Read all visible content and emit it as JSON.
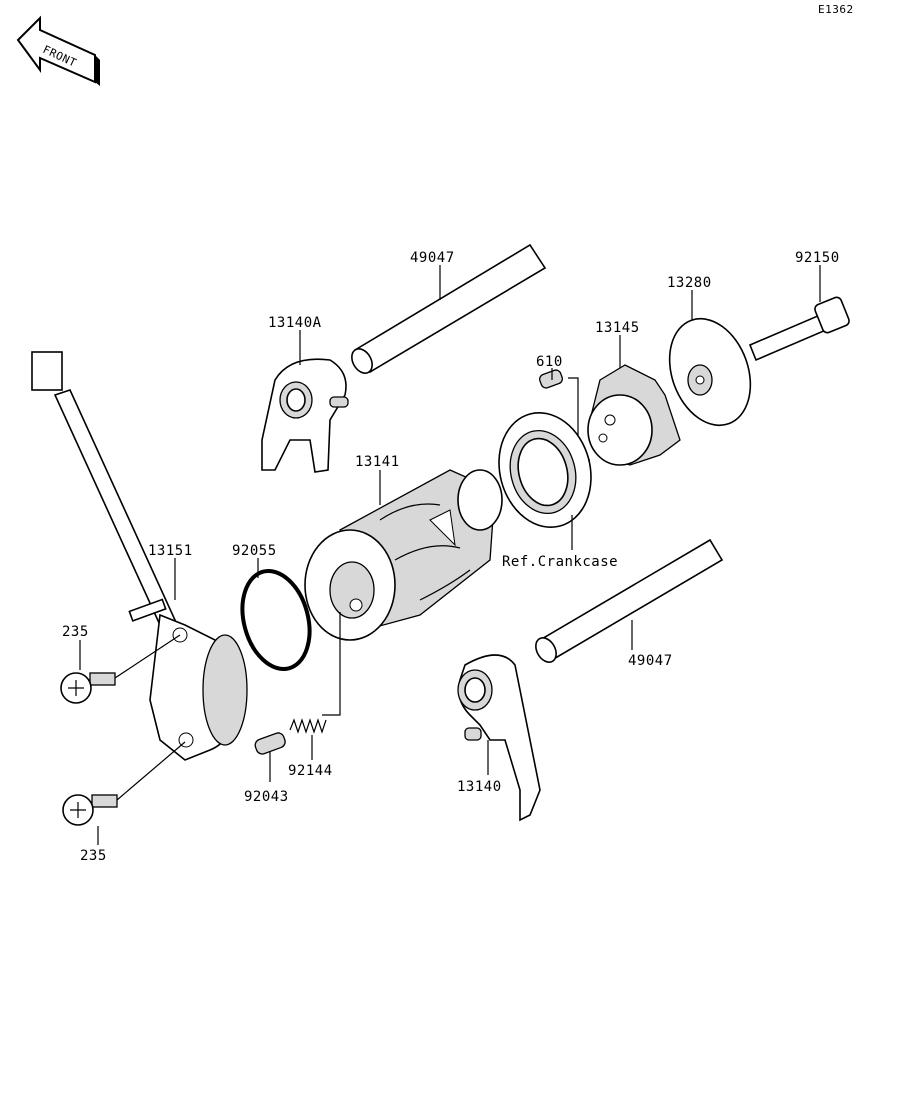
{
  "diagram_id": "E1362",
  "front_marker": "FRONT",
  "labels": {
    "shaft_top": "49047",
    "bolt": "92150",
    "plate": "13280",
    "fork_a": "13140A",
    "pin": "610",
    "cam": "13145",
    "drum": "13141",
    "oring": "92055",
    "sensor": "13151",
    "ref_crankcase": "Ref.Crankcase",
    "screw_top": "235",
    "shaft_bottom": "49047",
    "spring": "92144",
    "plunger": "92043",
    "fork": "13140",
    "screw_bottom": "235"
  }
}
